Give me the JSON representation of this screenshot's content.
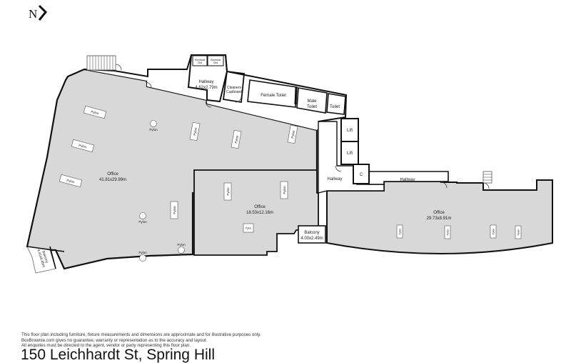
{
  "compass": {
    "letter": "N",
    "icon": "north-arrow-icon"
  },
  "property": {
    "address": "150 Leichhardt St, Spring Hill"
  },
  "disclaimer": [
    "This floor plan including furniture, fixture measurements and dimensions are approximate and for illustrative purposes only.",
    "BoxBrownie.com gives no guarantee, warranty or representation as to the accuracy and layout.",
    "All enquiries must be directed to the agent, vendor or party representing this floor plan."
  ],
  "colors": {
    "room_fill": "#d8d8d8",
    "wall": "#111111",
    "open_area": "#ffffff"
  },
  "rooms": {
    "office_main": {
      "name": "Office",
      "dims": "41.81x29.99m"
    },
    "office_center": {
      "name": "Office",
      "dims": "18.53x12.16m"
    },
    "office_east": {
      "name": "Office",
      "dims": "29.73x8.91m"
    },
    "hallway_north": {
      "name": "Hallway",
      "dims": "4.62x2.79m"
    },
    "hallway_west": {
      "name": "Hallway"
    },
    "hallway_east": {
      "name": "Hallway"
    },
    "balcony_center": {
      "name": "Balcony",
      "dims": "4.00x2.49m"
    },
    "balcony_sw": {
      "name": "Balcony",
      "dims": "4.41x6.45m"
    },
    "cleaners": {
      "line1": "Cleaners",
      "line2": "Cupboard"
    },
    "female_toilet": {
      "name": "Female Toilet"
    },
    "male_toilet": {
      "line1": "Male",
      "line2": "Toilet"
    },
    "toilet": {
      "name": "Toilet"
    },
    "lift1": {
      "name": "Lift"
    },
    "lift2": {
      "name": "Lift"
    },
    "cupboard_c": {
      "name": "C"
    },
    "elec1": {
      "line1": "Electrical",
      "line2": "Cbd"
    },
    "elec2": {
      "line1": "Electrical",
      "line2": "Cbd"
    }
  },
  "pylon_label": "Pylon"
}
